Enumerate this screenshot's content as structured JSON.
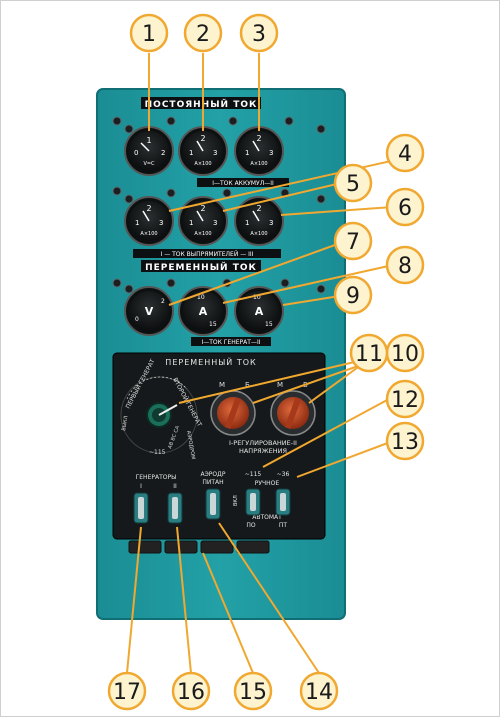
{
  "panel": {
    "dc_section_title": "ПОСТОЯННЫЙ ТОК",
    "ac_section_title": "ПЕРЕМЕННЫЙ ТОК",
    "battery_current_caption": "I—ТОК АККУМУЛ—II",
    "rectifier_current_caption": "I — ТОК ВЫПРЯМИТЕЛЕЙ — III",
    "generator_current_caption": "I—ТОК ГЕНЕРАТ—II",
    "lower_panel_title": "ПЕРЕМЕННЫЙ ТОК",
    "selector_labels": [
      "ВЫКЛ",
      "ПЕРВЫЙ ГЕНЕРАТ",
      "ВТОРОЙ ГЕНЕРАТ",
      "АЭРОДРОМ",
      "~115"
    ],
    "selector_phase_labels": "АВ ВС СА",
    "knob_mb_label": "М",
    "knob_b_label": "Б",
    "regulation_caption_line1": "I-РЕГУЛИРОВАНИЕ-II",
    "regulation_caption_line2": "НАПРЯЖЕНИЯ",
    "generators_label": "ГЕНЕРАТОРЫ",
    "generator_switch_1_label": "I",
    "generator_switch_2_label": "II",
    "airfield_power_label_1": "АЭРОДР",
    "airfield_power_label_2": "ПИТАН",
    "manual_voltage_label_1": "~115",
    "manual_voltage_label_2": "~36",
    "manual_label": "РУЧНОЕ",
    "vkl_label": "ВКЛ",
    "auto_label": "АВТОМАТ",
    "po_label": "ПО",
    "pt_label": "ПТ",
    "dc_gauge_unit_1": "V=C",
    "dc_gauge_unit_2": "A×100",
    "dc_gauge_unit_3": "A×100",
    "rect_gauge_unit": "A×100",
    "ac_gauge_letters": [
      "V",
      "A",
      "A"
    ]
  },
  "callouts": [
    "1",
    "2",
    "3",
    "4",
    "5",
    "6",
    "7",
    "8",
    "9",
    "10",
    "11",
    "12",
    "13",
    "14",
    "15",
    "16",
    "17"
  ],
  "colors": {
    "panel_teal": "#1f9aa0",
    "black_panel": "#15191b",
    "callout_fill": "#fdf3cf",
    "callout_stroke": "#f0a830",
    "callout_text": "#1a1a1a",
    "red_knob": "#c0401c"
  }
}
